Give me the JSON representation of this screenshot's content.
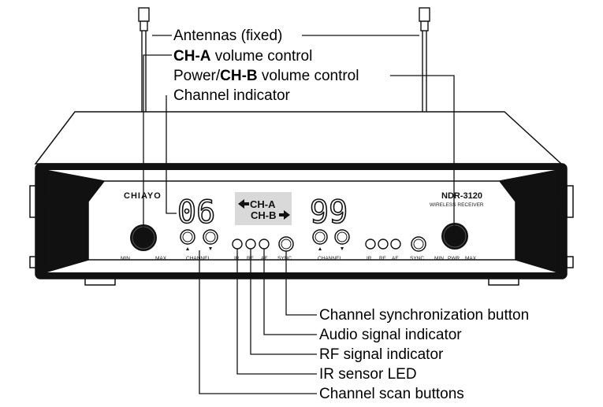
{
  "callouts": {
    "antennas": "Antennas (fixed)",
    "cha_volume_bold": "CH-A",
    "cha_volume_rest": " volume control",
    "power_prefix": "Power/",
    "power_bold": "CH-B",
    "power_rest": " volume control",
    "channel_indicator": "Channel indicator",
    "channel_sync_button": "Channel synchronization button",
    "audio_signal_indicator": "Audio signal indicator",
    "rf_signal_indicator": "RF signal indicator",
    "ir_sensor_led": "IR sensor LED",
    "channel_scan_buttons": "Channel scan buttons"
  },
  "panel": {
    "brand": "CHIAYO",
    "model": "NDR-3120",
    "subtitle": "WIRELESS RECEIVER",
    "display_a": "06",
    "display_b": "99",
    "ch_a_label": "CH-A",
    "ch_b_label": "CH-B",
    "knob_left_min": "MIN",
    "knob_left_max": "MAX",
    "channel_left": "CHANNEL",
    "ir_left": "IR",
    "rf_left": "RF",
    "af_left": "AF",
    "sync_left": "SYNC",
    "channel_right": "CHANNEL",
    "ir_right": "IR",
    "rf_right": "RF",
    "af_right": "AF",
    "sync_right": "SYNC",
    "knob_right_min": "MIN",
    "knob_right_pwr": "PWR",
    "knob_right_max": "MAX"
  }
}
